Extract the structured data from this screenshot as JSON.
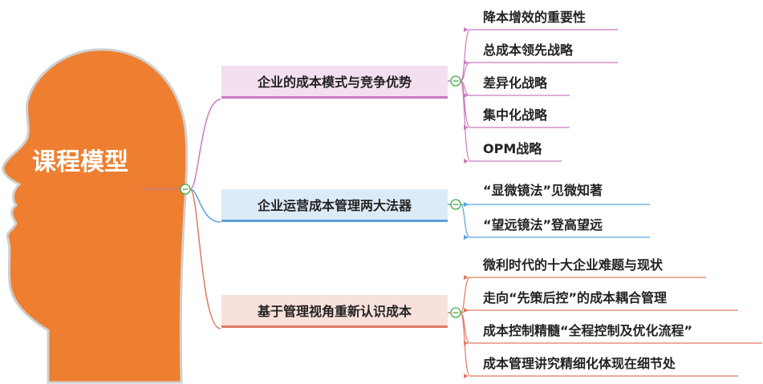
{
  "central": {
    "title": "课程模型"
  },
  "branches": [
    {
      "label": "企业的成本模式与竞争优势",
      "color": "#c97bc0",
      "fill": "#f3dff0",
      "leaves": [
        "降本增效的重要性",
        "总成本领先战略",
        "差异化战略",
        "集中化战略",
        "OPM战略"
      ]
    },
    {
      "label": "企业运营成本管理两大法器",
      "color": "#5aa2dc",
      "fill": "#dcebf8",
      "leaves": [
        "“显微镜法”见微知著",
        "“望远镜法”登高望远"
      ]
    },
    {
      "label": "基于管理视角重新认识成本",
      "color": "#e07a62",
      "fill": "#f8e1da",
      "leaves": [
        "微利时代的十大企业难题与现状",
        "走向“先策后控”的成本耦合管理",
        "成本控制精髓“全程控制及优化流程”",
        "成本管理讲究精细化体现在细节处"
      ]
    }
  ],
  "colors": {
    "head": "#ee7f30",
    "head_outline": "#d0d0d0"
  }
}
